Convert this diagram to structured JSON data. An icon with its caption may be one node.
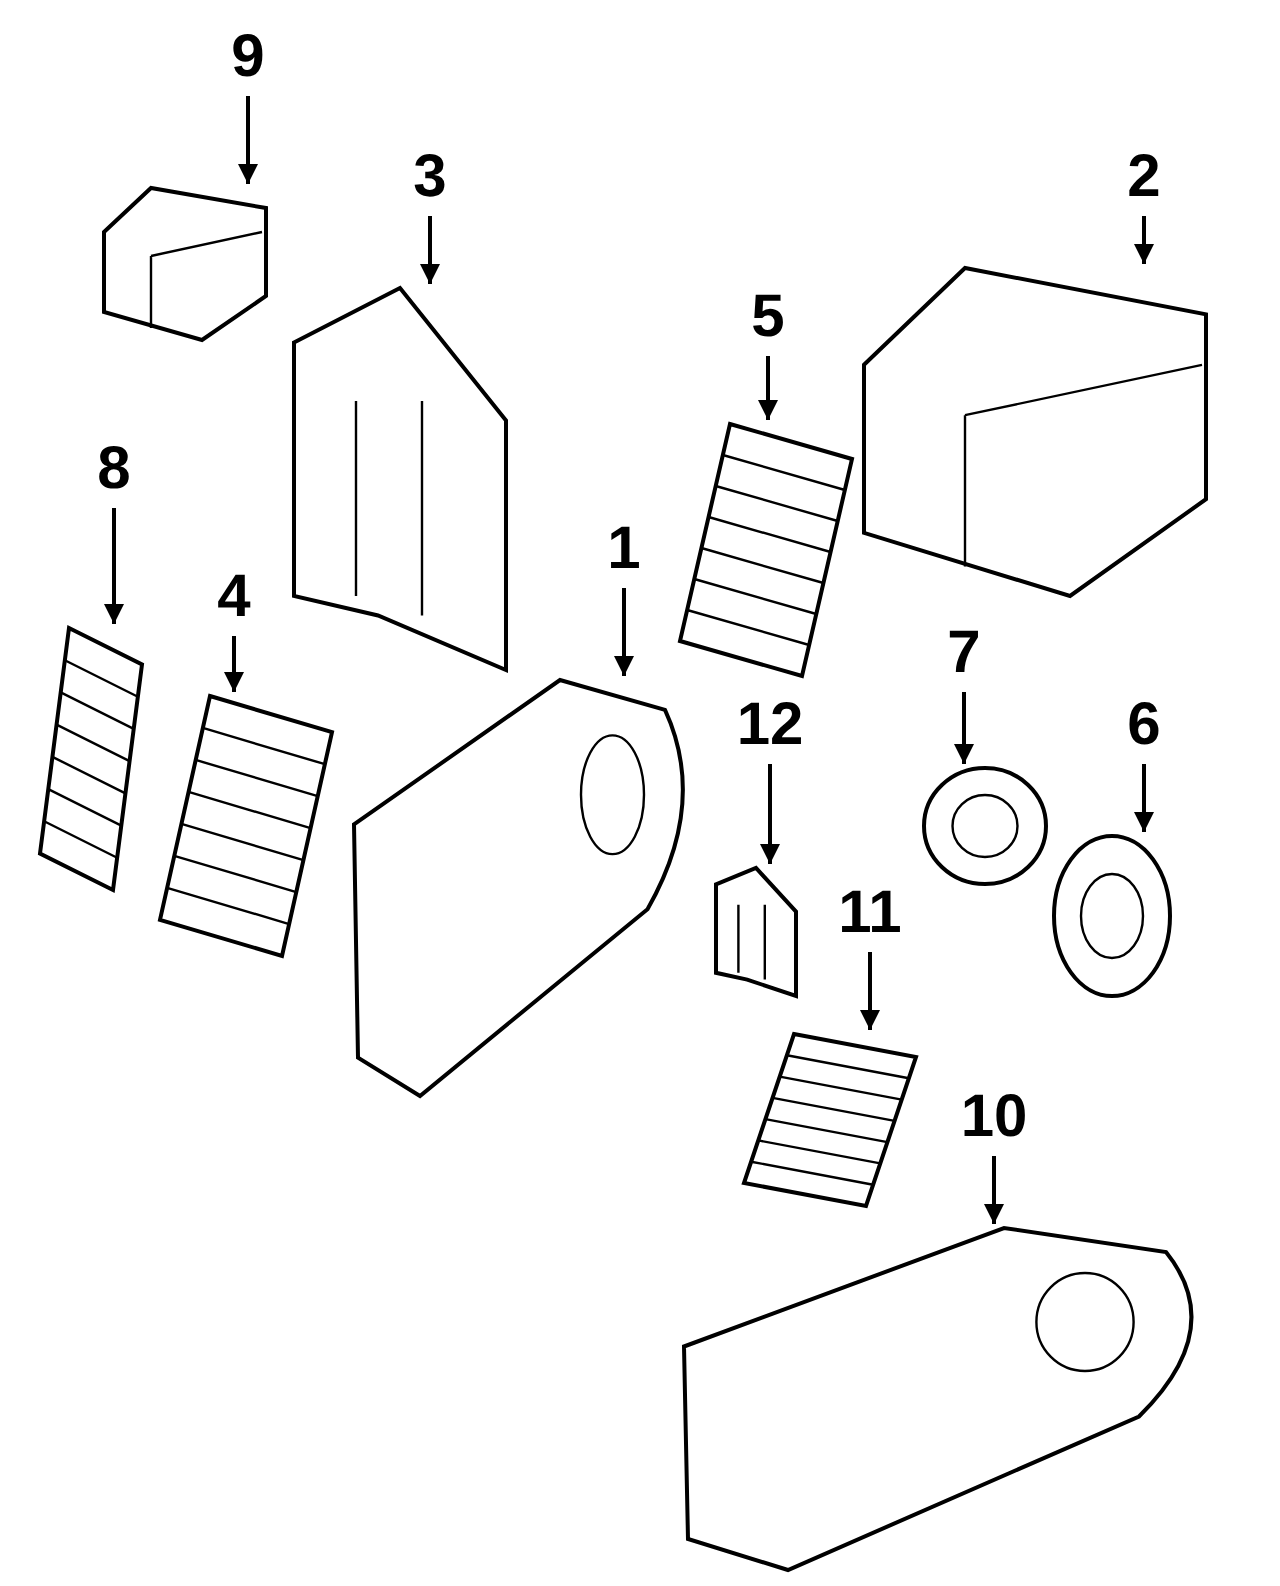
{
  "diagram": {
    "nodes": [
      {
        "text": [
          "9"
        ]
      },
      {
        "text": [],
        "shape": "picture"
      },
      {
        "text": [
          "3"
        ]
      },
      {
        "text": [],
        "shape": "picture"
      },
      {
        "text": [
          "2"
        ]
      },
      {
        "text": [],
        "shape": "picture"
      },
      {
        "text": [
          "5"
        ]
      },
      {
        "text": [],
        "shape": "picture"
      },
      {
        "text": [
          "8"
        ]
      },
      {
        "text": [],
        "shape": "picture"
      },
      {
        "text": [
          "4"
        ]
      },
      {
        "text": [],
        "shape": "picture"
      },
      {
        "text": [
          "1"
        ]
      },
      {
        "text": [],
        "shape": "picture"
      },
      {
        "text": [
          "12"
        ]
      },
      {
        "text": [],
        "shape": "picture"
      },
      {
        "text": [
          "7"
        ]
      },
      {
        "text": [],
        "shape": "picture"
      },
      {
        "text": [
          "6"
        ]
      },
      {
        "text": [],
        "shape": "picture"
      },
      {
        "text": [
          "11"
        ]
      },
      {
        "text": [],
        "shape": "picture"
      },
      {
        "text": [
          "10"
        ]
      },
      {
        "text": [],
        "shape": "picture"
      }
    ],
    "edges": [
      {
        "from": 0,
        "to": 1,
        "arrow": "to"
      },
      {
        "from": 2,
        "to": 3,
        "arrow": "to"
      },
      {
        "from": 4,
        "to": 5,
        "arrow": "to"
      },
      {
        "from": 6,
        "to": 7,
        "arrow": "to"
      },
      {
        "from": 8,
        "to": 9,
        "arrow": "to"
      },
      {
        "from": 10,
        "to": 11,
        "arrow": "to"
      },
      {
        "from": 12,
        "to": 13,
        "arrow": "to"
      },
      {
        "from": 14,
        "to": 15,
        "arrow": "to"
      },
      {
        "from": 16,
        "to": 17,
        "arrow": "to"
      },
      {
        "from": 18,
        "to": 19,
        "arrow": "to"
      },
      {
        "from": 20,
        "to": 21,
        "arrow": "to"
      },
      {
        "from": 22,
        "to": 23,
        "arrow": "to"
      }
    ]
  }
}
